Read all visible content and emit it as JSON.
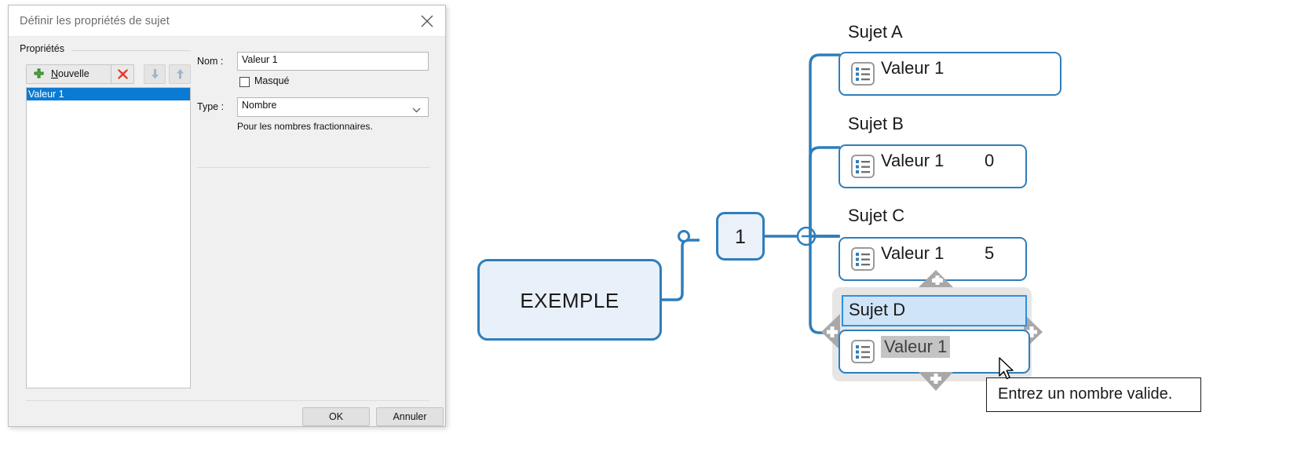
{
  "dialog": {
    "title": "Définir les propriétés de sujet",
    "close_icon": "close-icon",
    "group_label": "Propriétés",
    "toolbar": {
      "new_label": "Nouvelle",
      "new_icon": "plus-icon",
      "delete_icon": "delete-x-icon",
      "move_down_icon": "arrow-down-icon",
      "move_up_icon": "arrow-up-icon"
    },
    "list": {
      "items": [
        {
          "label": "Valeur 1",
          "selected": true
        }
      ]
    },
    "form": {
      "name_label": "Nom :",
      "name_value": "Valeur 1",
      "hidden_checkbox_label": "Masqué",
      "hidden_checked": false,
      "type_label": "Type :",
      "type_value": "Nombre",
      "type_chevron_icon": "chevron-down-icon",
      "type_hint": "Pour les nombres fractionnaires."
    },
    "buttons": {
      "ok": "OK",
      "cancel": "Annuler"
    }
  },
  "map": {
    "root": {
      "label": "EXEMPLE"
    },
    "center": {
      "label": "1"
    },
    "collapse_icon": "minus-circle-icon",
    "connector_icon": "circle-handle-icon",
    "branches": [
      {
        "title": "Sujet A",
        "value_label": "Valeur 1",
        "value_number": "",
        "icon": "list-icon"
      },
      {
        "title": "Sujet B",
        "value_label": "Valeur 1",
        "value_number": "0",
        "icon": "list-icon"
      },
      {
        "title": "Sujet C",
        "value_label": "Valeur 1",
        "value_number": "5",
        "icon": "list-icon"
      },
      {
        "title": "Sujet D",
        "value_label": "Valeur 1",
        "value_number": "",
        "icon": "list-icon",
        "selected": true
      }
    ],
    "add_handle_icon": "plus-handle-icon",
    "tooltip": {
      "text": "Entrez un nombre valide.",
      "cursor_icon": "cursor-arrow-icon"
    }
  },
  "colors": {
    "accent_blue": "#2e7ebb",
    "selection_blue": "#0a7bd4",
    "node_fill": "#e8f0f9",
    "highlight_blue": "#cfe4f7",
    "handle_gray": "#a8a8a8",
    "plus_green": "#4aaa37",
    "delete_red": "#e8382b"
  }
}
